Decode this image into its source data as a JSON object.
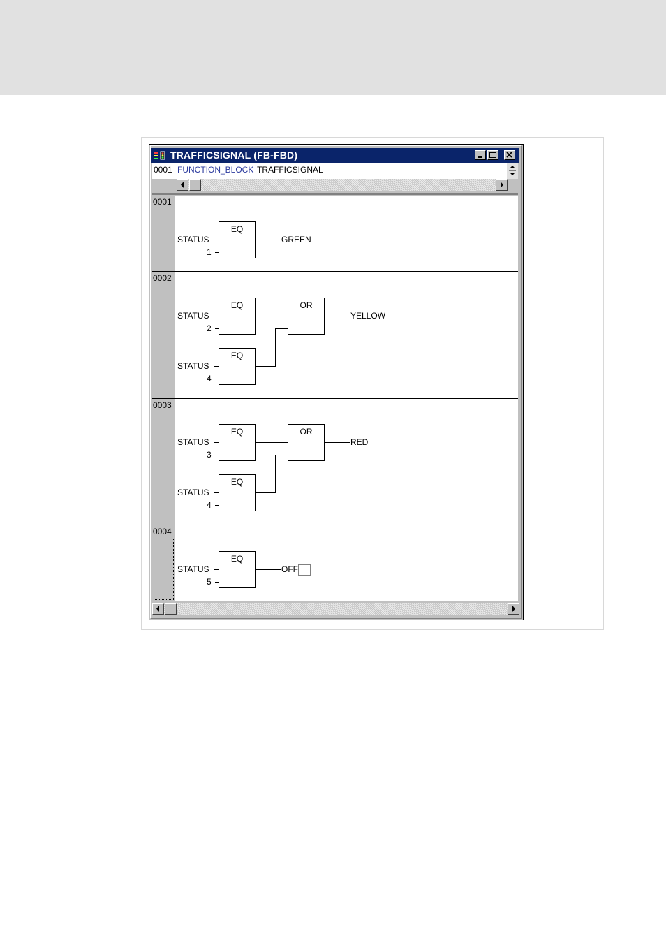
{
  "window": {
    "title": "TRAFFICSIGNAL (FB-FBD)",
    "icon": "fbd-editor-icon"
  },
  "titlebar_buttons": [
    "minimize-icon",
    "maximize-icon",
    "close-icon"
  ],
  "declaration": {
    "line_number": "0001",
    "keyword": "FUNCTION_BLOCK",
    "name": "TRAFFICSIGNAL",
    "keyword_color": "#2b3a9e"
  },
  "colors": {
    "titlebar": "#0a246a",
    "chrome": "#c0c0c0"
  },
  "networks": [
    {
      "number": "0001",
      "blocks": [
        {
          "op": "EQ",
          "inputs": [
            "STATUS",
            "1"
          ]
        }
      ],
      "output": "GREEN"
    },
    {
      "number": "0002",
      "blocks": [
        {
          "op": "EQ",
          "inputs": [
            "STATUS",
            "2"
          ]
        },
        {
          "op": "EQ",
          "inputs": [
            "STATUS",
            "4"
          ]
        },
        {
          "op": "OR",
          "inputs": []
        }
      ],
      "output": "YELLOW"
    },
    {
      "number": "0003",
      "blocks": [
        {
          "op": "EQ",
          "inputs": [
            "STATUS",
            "3"
          ]
        },
        {
          "op": "EQ",
          "inputs": [
            "STATUS",
            "4"
          ]
        },
        {
          "op": "OR",
          "inputs": []
        }
      ],
      "output": "RED"
    },
    {
      "number": "0004",
      "blocks": [
        {
          "op": "EQ",
          "inputs": [
            "STATUS",
            "5"
          ]
        }
      ],
      "output": "OFF"
    }
  ]
}
